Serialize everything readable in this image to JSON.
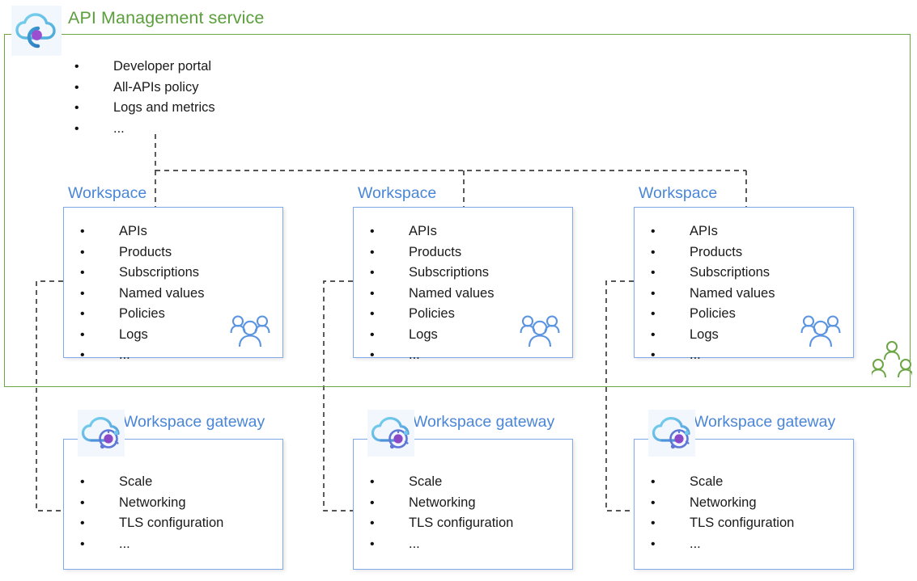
{
  "diagram": {
    "title": "API Management service",
    "title_color": "#5b9f3c",
    "accent_blue": "#4a86d8",
    "border_blue": "#7fa9e8",
    "border_green": "#6ca644",
    "service_icon": "api-management-cloud-icon",
    "service_features": [
      "Developer portal",
      "All-APIs policy",
      "Logs and metrics",
      "..."
    ],
    "bullet_glyph": "•",
    "ellipsis": "...",
    "tenant_people_icon": "tenant-users-icon",
    "workspace_people_icon": "workspace-users-icon",
    "gateway_icon": "workspace-gateway-cloud-icon",
    "workspaces": [
      {
        "label": "Workspace",
        "items": [
          "APIs",
          "Products",
          "Subscriptions",
          "Named values",
          "Policies",
          "Logs",
          "..."
        ]
      },
      {
        "label": "Workspace",
        "items": [
          "APIs",
          "Products",
          "Subscriptions",
          "Named values",
          "Policies",
          "Logs",
          "..."
        ]
      },
      {
        "label": "Workspace",
        "items": [
          "APIs",
          "Products",
          "Subscriptions",
          "Named values",
          "Policies",
          "Logs",
          "..."
        ]
      }
    ],
    "gateways": [
      {
        "label": "Workspace gateway",
        "items": [
          "Scale",
          "Networking",
          "TLS configuration",
          "..."
        ]
      },
      {
        "label": "Workspace gateway",
        "items": [
          "Scale",
          "Networking",
          "TLS configuration",
          "..."
        ]
      },
      {
        "label": "Workspace gateway",
        "items": [
          "Scale",
          "Networking",
          "TLS configuration",
          "..."
        ]
      }
    ]
  }
}
